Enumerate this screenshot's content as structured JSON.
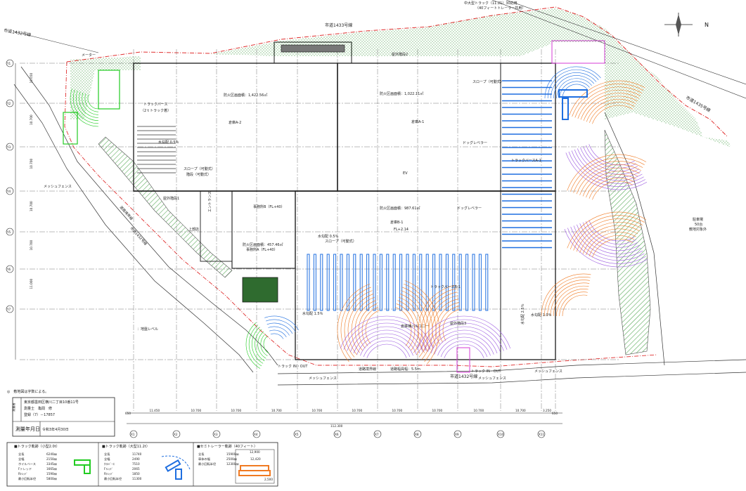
{
  "header": {
    "truck_note_line1": "中大型トラック（11.21）30応用",
    "truck_note_line2": "（40フィートトレーラー共用）",
    "north_mark": "N",
    "road_top": "市道1433号線",
    "road_left_top": "市道1432号線",
    "road_right_top": "市道1435号線",
    "meter_label": "メーター"
  },
  "building": {
    "zones": [
      {
        "label": "防火区画面積：1,422.56㎡",
        "key": "a"
      },
      {
        "label": "防火区画面積：1,022.11㎡",
        "key": "b"
      },
      {
        "label": "倉庫A-2",
        "key": "c"
      },
      {
        "label": "倉庫A-1",
        "key": "d"
      },
      {
        "label": "防火区画面積：987.61㎡",
        "key": "e"
      },
      {
        "label": "倉庫B-1",
        "key": "f"
      },
      {
        "label": "防火区画面積：457.46㎡",
        "key": "g"
      },
      {
        "label": "事務所A（FL+40）",
        "key": "h"
      },
      {
        "label": "事務所B（FL+40）",
        "key": "i"
      }
    ],
    "labels": {
      "truck_berth_a2": "トラックバース",
      "truck_berth_2t": "（2ｔトラック着）",
      "truck_berth_a1": "トラックバースA-1",
      "truck_berth_b1": "トラックバースB-1",
      "slope_1": "スロープ（可動式）",
      "slope_2": "スロープ（可動式）",
      "slope_3": "スロープ（可動式）",
      "dock_leveler_1": "ドッグレベラー",
      "dock_leveler_2": "ドッグレベラー",
      "stairs": "階段（可動式）",
      "water_grad_1": "水勾配 0.5％",
      "water_grad_2": "水勾配 0.5％",
      "water_grad_3": "水勾配 1.5％",
      "water_grad_4": "水勾配 2.5％",
      "water_grad_5": "水勾配 1.0％",
      "ev": "EV",
      "entrance": "エントランス",
      "upper_floor": "上部店",
      "balcony": "倉庫棟バルコニー",
      "fl_label": "FL+2.14",
      "outdoor_stairs_1": "屋外階段1",
      "outdoor_stairs_2": "屋外階段2",
      "outdoor_stairs_3": "屋外階段3"
    }
  },
  "site": {
    "mesh_fence_1": "メッシュフェンス",
    "mesh_fence_2": "メッシュフェンス",
    "mesh_fence_3": "メッシュフェンス",
    "mesh_fence_4": "メッシュフェンス",
    "road_bottom": "市道1432号線",
    "road_width": "道路幅員幅：5.5m",
    "road_area": "道路境界線",
    "truck_in": "トラック IN・OUT",
    "truck_out": "トラック IN・OUT",
    "ground_level": "：地盤レベル",
    "parking_note_1": "駐車場",
    "parking_note_2": "50台",
    "parking_note_3": "敷地対象外",
    "left_road_1": "道路境界線",
    "left_road_2": "市道1432号線"
  },
  "dims": {
    "top_row": [
      "11.450",
      "10.700",
      "10.700",
      "10.700",
      "10.700",
      "10.700",
      "10.700",
      "10.700",
      "10.700",
      "10.700",
      "3.250"
    ],
    "total": "112.300",
    "left_col": [
      "10.650",
      "10.700",
      "10.700",
      "10.700",
      "10.700",
      "11.000"
    ],
    "grid_cols": [
      "X1",
      "X2",
      "X3",
      "X4",
      "X5",
      "X6",
      "X7",
      "X8",
      "X9",
      "X10",
      "X11"
    ],
    "grid_rows": [
      "Y1",
      "Y2",
      "Y3",
      "Y4",
      "Y5",
      "Y6",
      "Y7"
    ],
    "edge_left": "650",
    "edge_right": "650"
  },
  "info": {
    "note": "◎　敷地図は字数による。",
    "company_label_1": "測量者",
    "address": "東京都墨田区横川二丁目10番11号",
    "surveyor": "測量士　亀間　修",
    "registration": "登録（7）－17857",
    "date_label": "測量年月日",
    "date_value": "令和3年4月30日"
  },
  "legend": {
    "small_truck_title": "■トラック軌跡（小型2.0t）",
    "small_truck_rows": [
      [
        "全長",
        "6240㎜"
      ],
      [
        "全幅",
        "2150㎜"
      ],
      [
        "ホイルベース",
        "3345㎜"
      ],
      [
        "Fトレッド",
        "1665㎜"
      ],
      [
        "Rﾄﾚｯﾄﾞ",
        "1590㎜"
      ],
      [
        "最小回転半径",
        "5800㎜"
      ]
    ],
    "large_truck_title": "■トラック軌跡（大型11.2t）",
    "large_truck_rows": [
      [
        "全長",
        "11740"
      ],
      [
        "全幅",
        "2490"
      ],
      [
        "ﾎｲﾙﾍﾞｰｽ",
        "7510"
      ],
      [
        "Fﾄﾚｯﾄﾞ",
        "2065"
      ],
      [
        "Rﾄﾚｯﾄﾞ",
        "1850"
      ],
      [
        "最小回転半径",
        "11300"
      ]
    ],
    "trailer_title": "■セミトレーラー軌跡（40フィート）",
    "trailer_rows": [
      [
        "全長",
        "15900㎜"
      ],
      [
        "車体の幅",
        "2500㎜"
      ],
      [
        "最小回転半径",
        "12300㎜"
      ]
    ],
    "trailer_dim_1": "12,900",
    "trailer_dim_2": "12,420",
    "trailer_dim_3": "2,500"
  },
  "colors": {
    "line": "#1a1a1a",
    "boundary": "#e03030",
    "green_hatch": "#3a9a3a",
    "small_truck": "#22cc22",
    "large_truck": "#1f6fe0",
    "trailer_orange": "#f07a22",
    "trailer_purple": "#9b59e0",
    "magenta": "#d43bd4",
    "office_green": "#2f6b2f"
  }
}
